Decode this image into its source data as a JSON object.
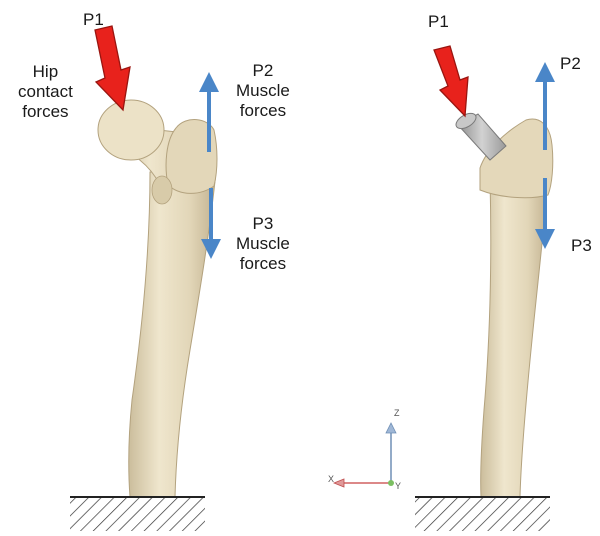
{
  "colors": {
    "contact_arrow": "#e8221c",
    "muscle_arrow": "#4a86c8",
    "bone": "#e7dcc0",
    "implant": "#b9b9b9"
  },
  "left_model": {
    "p1_label": "P1",
    "p1_desc_lines": [
      "Hip",
      "contact",
      "forces"
    ],
    "p2_label": "P2",
    "p2_desc_lines": [
      "Muscle",
      "forces"
    ],
    "p3_label": "P3",
    "p3_desc_lines": [
      "Muscle",
      "forces"
    ]
  },
  "right_model": {
    "p1_label": "P1",
    "p2_label": "P2",
    "p3_label": "P3"
  },
  "axes_triad": {
    "z_label": "Z",
    "x_label": "X",
    "y_label": "Y"
  }
}
